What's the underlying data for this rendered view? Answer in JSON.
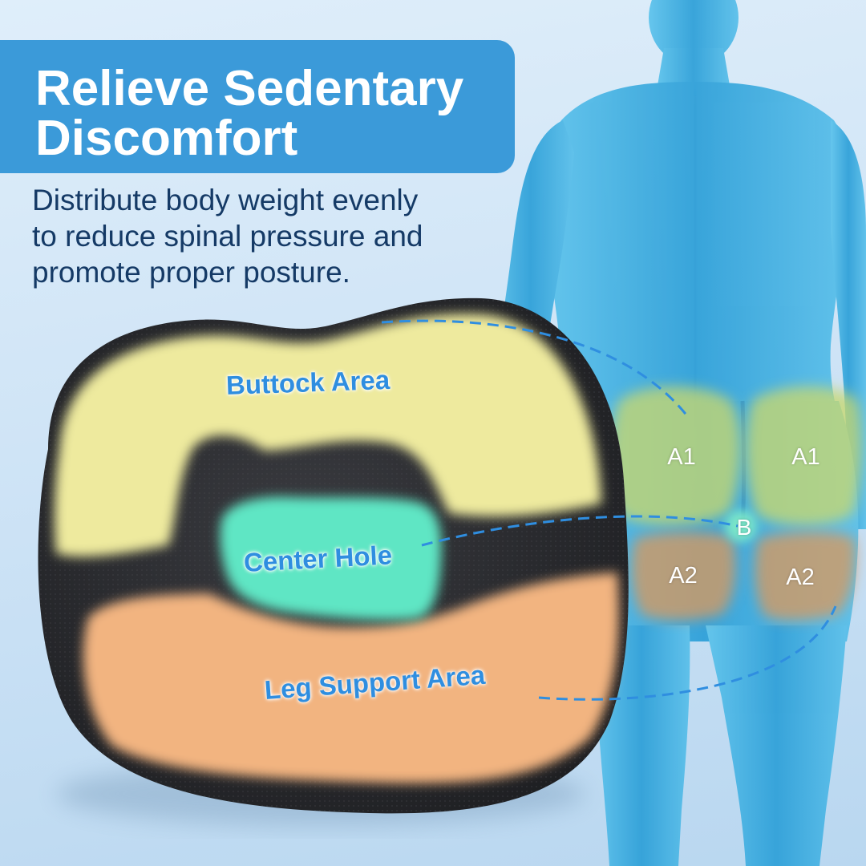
{
  "headline": {
    "line1": "Relieve Sedentary",
    "line2": "Discomfort",
    "box_color": "#3b9ad9"
  },
  "subtitle": {
    "line1": "Distribute body weight evenly",
    "line2": "to reduce spinal pressure and",
    "line3": "promote proper posture."
  },
  "cushion": {
    "buttock_label": "Buttock Area",
    "center_label": "Center Hole",
    "leg_label": "Leg Support Area",
    "colors": {
      "buttock": "#eeea9e",
      "center": "#5ee6c4",
      "leg": "#f2b480",
      "fabric": "#2c2d31",
      "label_text": "#2f8ee0"
    }
  },
  "body_zones": {
    "a1_left": "A1",
    "a1_right": "A1",
    "a2_left": "A2",
    "a2_right": "A2",
    "b": "B",
    "body_color": "#3aa8dc"
  }
}
